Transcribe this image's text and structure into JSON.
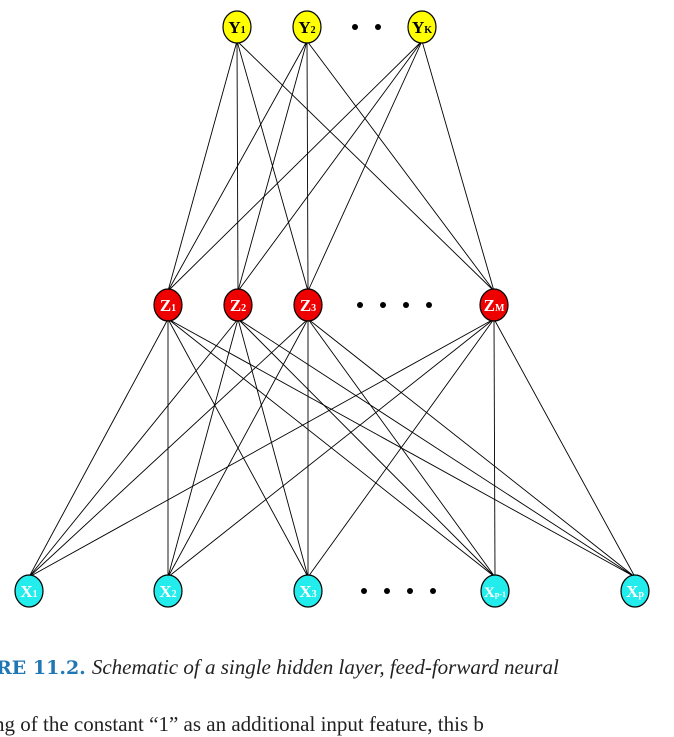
{
  "diagram": {
    "colors": {
      "output": "#ffff00",
      "hidden": "#ee0000",
      "input": "#22ecec",
      "edge": "#000000",
      "text_light": "#ffffff",
      "text_dark": "#000000"
    },
    "output_layer": [
      {
        "id": "y1",
        "main": "Y",
        "sub": "1"
      },
      {
        "id": "y2",
        "main": "Y",
        "sub": "2"
      },
      {
        "id": "yk",
        "main": "Y",
        "sub": "K"
      }
    ],
    "hidden_layer": [
      {
        "id": "z1",
        "main": "Z",
        "sub": "1"
      },
      {
        "id": "z2",
        "main": "Z",
        "sub": "2"
      },
      {
        "id": "z3",
        "main": "Z",
        "sub": "3"
      },
      {
        "id": "zm",
        "main": "Z",
        "sub": "M"
      }
    ],
    "input_layer": [
      {
        "id": "x1",
        "main": "X",
        "sub": "1"
      },
      {
        "id": "x2",
        "main": "X",
        "sub": "2"
      },
      {
        "id": "x3",
        "main": "X",
        "sub": "3"
      },
      {
        "id": "xp1",
        "main": "X",
        "sub": "p-1"
      },
      {
        "id": "xp",
        "main": "X",
        "sub": "p"
      }
    ],
    "ellipsis_counts": {
      "output": 2,
      "hidden": 4,
      "input": 4
    }
  },
  "caption": {
    "label": "RE 11.2.",
    "text": "Schematic of a single hidden layer, feed-forward neural"
  },
  "body_text": "ng of the constant “1” as an additional input feature, this b"
}
